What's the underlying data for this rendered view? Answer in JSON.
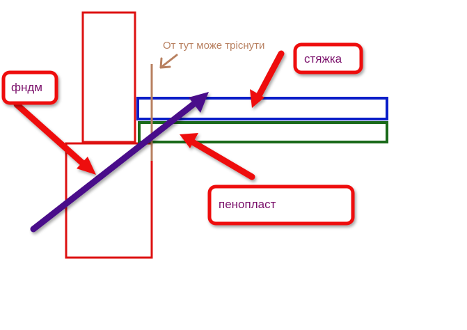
{
  "labels": {
    "foundation": "фндм",
    "screed": "стяжка",
    "foam": "пенопласт",
    "crack_note": "От тут може тріснути"
  },
  "colors": {
    "label_box_border": "#ee1111",
    "label_text": "#7a0f6a",
    "wall_red": "#dd1111",
    "screed_blue": "#0a1ec8",
    "foam_green": "#1a6a1a",
    "crack_brown": "#b88060",
    "diagonal_purple": "#4a0f8a",
    "pointer_red": "#ee1111"
  }
}
